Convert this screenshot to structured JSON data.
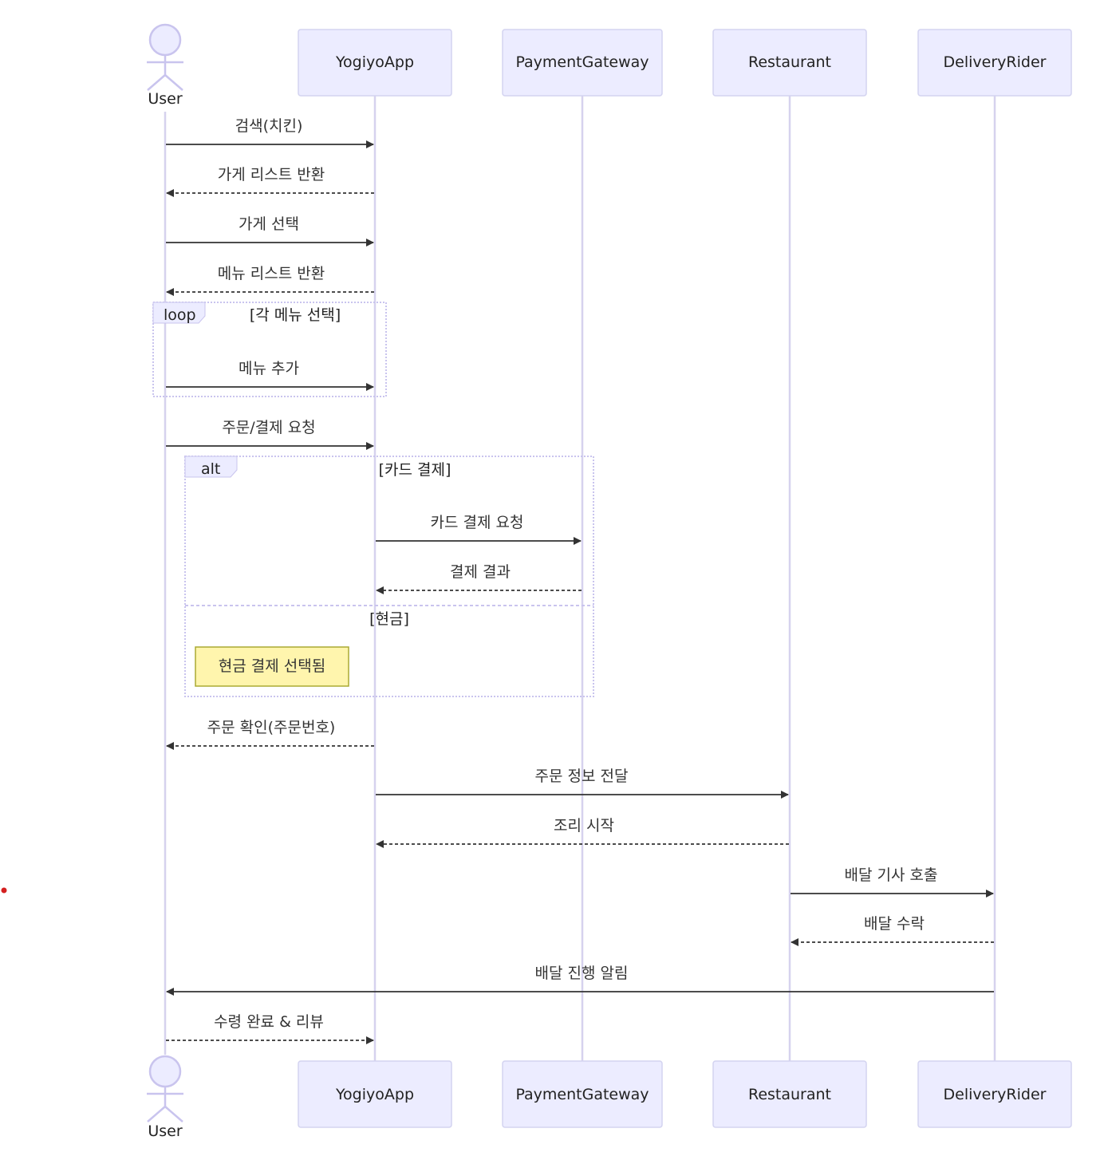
{
  "actor": {
    "name": "User"
  },
  "participants": [
    "YogiyoApp",
    "PaymentGateway",
    "Restaurant",
    "DeliveryRider"
  ],
  "messages": [
    {
      "from": "User",
      "to": "YogiyoApp",
      "label": "검색(치킨)",
      "dashed": false
    },
    {
      "from": "YogiyoApp",
      "to": "User",
      "label": "가게 리스트 반환",
      "dashed": true
    },
    {
      "from": "User",
      "to": "YogiyoApp",
      "label": "가게 선택",
      "dashed": false
    },
    {
      "from": "YogiyoApp",
      "to": "User",
      "label": "메뉴 리스트 반환",
      "dashed": true
    },
    {
      "from": "User",
      "to": "YogiyoApp",
      "label": "메뉴 추가",
      "dashed": false
    },
    {
      "from": "User",
      "to": "YogiyoApp",
      "label": "주문/결제 요청",
      "dashed": false
    },
    {
      "from": "YogiyoApp",
      "to": "PaymentGateway",
      "label": "카드 결제 요청",
      "dashed": false
    },
    {
      "from": "PaymentGateway",
      "to": "YogiyoApp",
      "label": "결제 결과",
      "dashed": true
    },
    {
      "from": "YogiyoApp",
      "to": "User",
      "label": "주문 확인(주문번호)",
      "dashed": true
    },
    {
      "from": "YogiyoApp",
      "to": "Restaurant",
      "label": "주문 정보 전달",
      "dashed": false
    },
    {
      "from": "Restaurant",
      "to": "YogiyoApp",
      "label": "조리 시작",
      "dashed": true
    },
    {
      "from": "Restaurant",
      "to": "DeliveryRider",
      "label": "배달 기사 호출",
      "dashed": false
    },
    {
      "from": "DeliveryRider",
      "to": "Restaurant",
      "label": "배달 수락",
      "dashed": true
    },
    {
      "from": "DeliveryRider",
      "to": "User",
      "label": "배달 진행 알림",
      "dashed": false
    },
    {
      "from": "User",
      "to": "YogiyoApp",
      "label": "수령 완료 & 리뷰",
      "dashed": true
    }
  ],
  "frames": {
    "loop": {
      "type": "loop",
      "condition": "[각 메뉴 선택]"
    },
    "alt": {
      "type": "alt",
      "condition": "[카드 결제]",
      "else_condition": "[현금]"
    }
  },
  "note": {
    "text": "현금 결제 선택됨"
  },
  "colors": {
    "participant_fill": "#ECECFF",
    "participant_stroke": "#D3D3F0",
    "lifeline": "#D6D2EE",
    "note_fill": "#FFF5AD",
    "note_stroke": "#AAAA33",
    "arrow": "#333333"
  }
}
